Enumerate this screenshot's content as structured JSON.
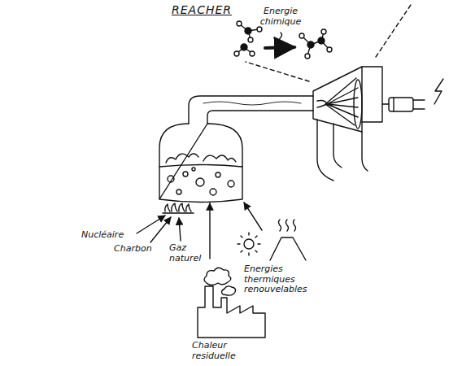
{
  "diagram": {
    "title": "REACHER",
    "labels": [
      "Energie chimique",
      "Nucléaire",
      "Charbon",
      "Gaz naturel",
      "Energies thermiques renouvelables",
      "Chaleur residuelle"
    ]
  }
}
